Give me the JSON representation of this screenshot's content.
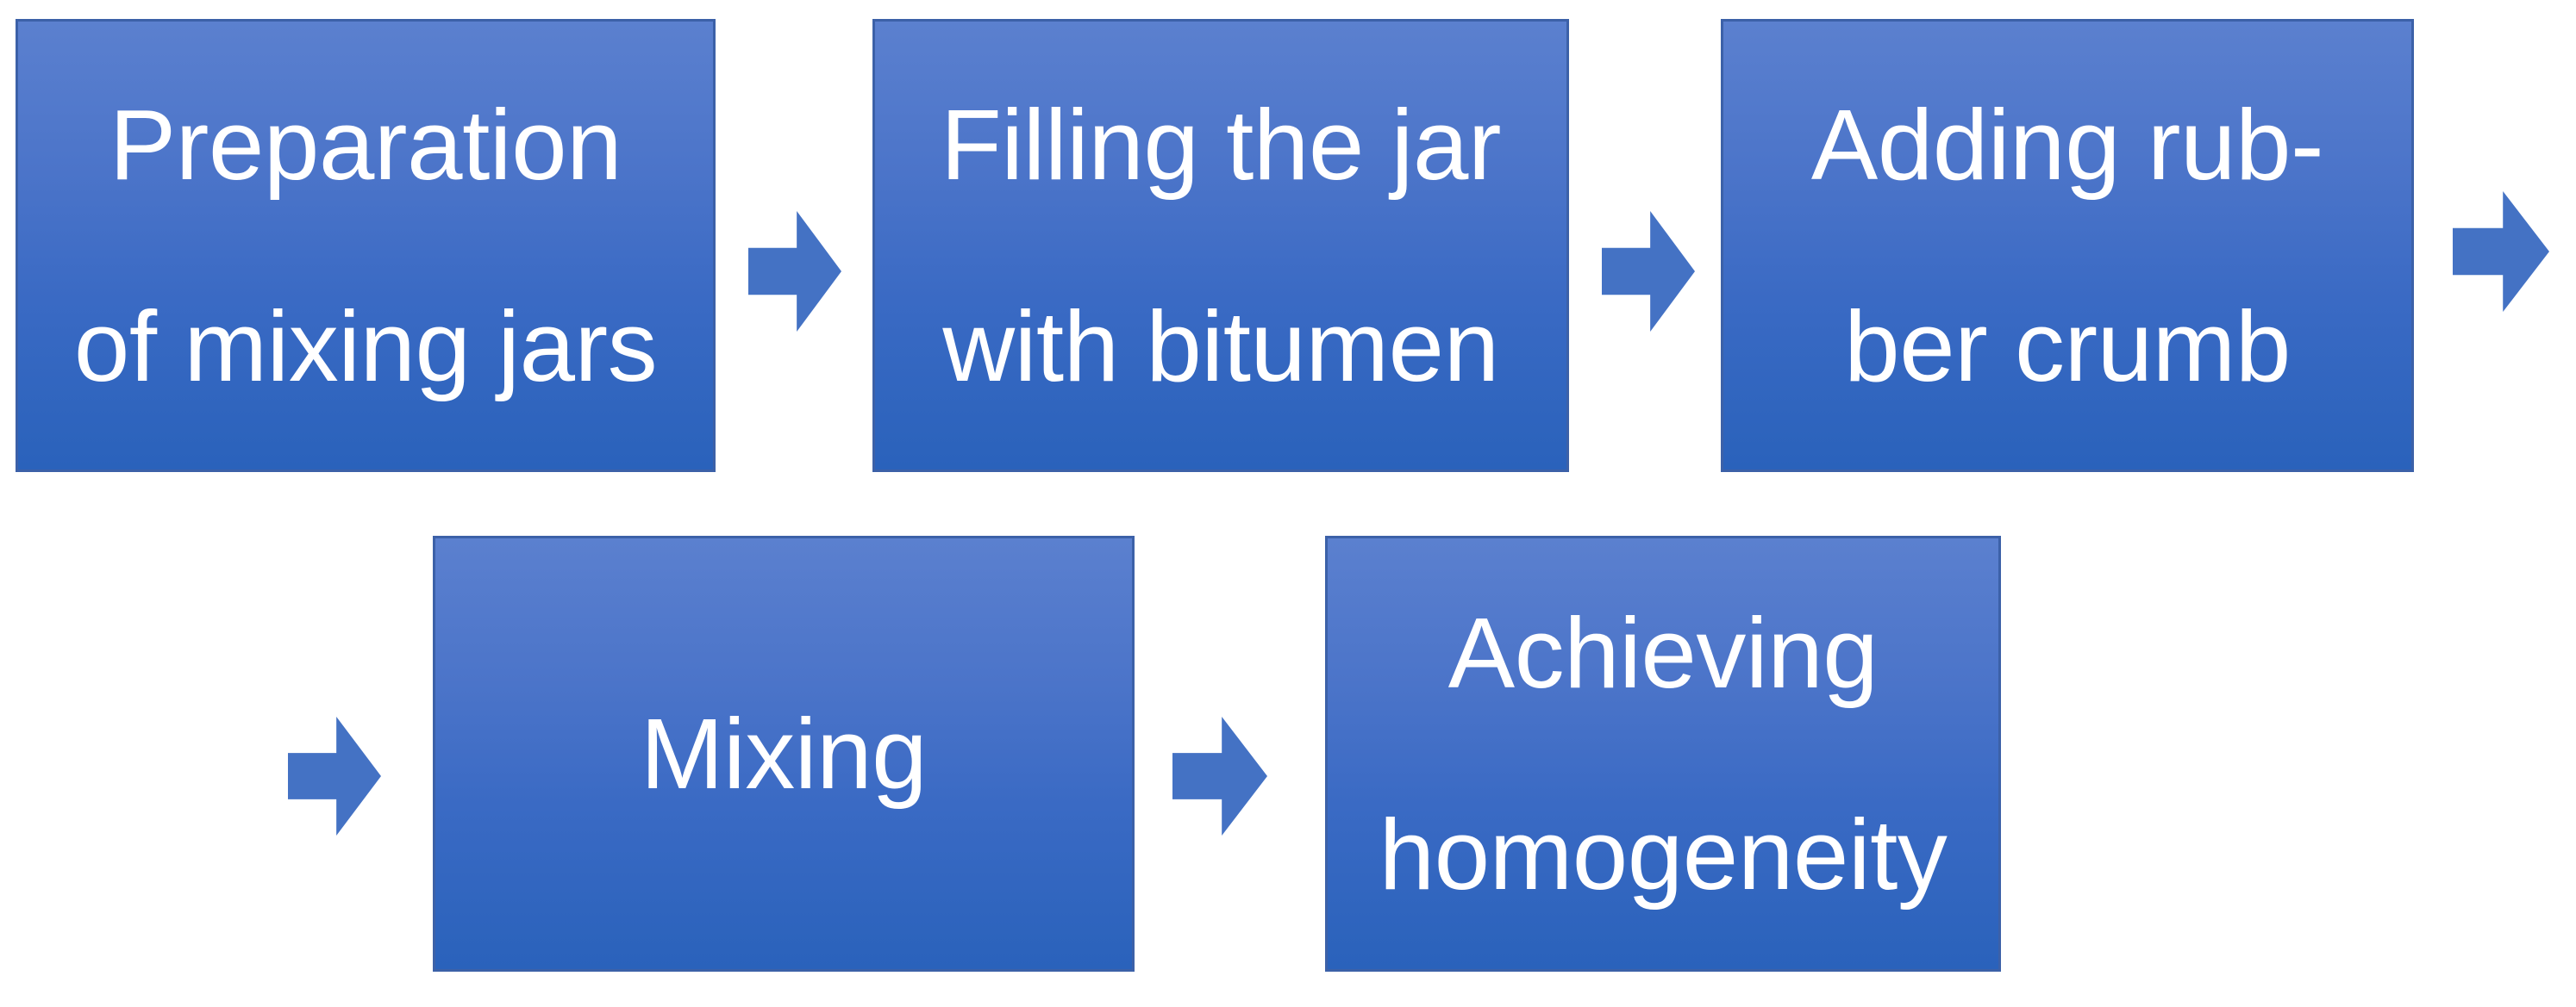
{
  "diagram": {
    "type": "process-flowchart",
    "orientation": "left-to-right, wrapping to a second row",
    "background_color": "#ffffff",
    "node_fill_top": "#5b80cf",
    "node_fill_bottom": "#2a62bb",
    "node_border_color": "#3c61a8",
    "node_text_color": "#ffffff",
    "arrow_color": "#4472c4",
    "steps": [
      {
        "id": "preparation",
        "order": 1,
        "lines": [
          "Preparation",
          "of mixing jars"
        ],
        "text": "Preparation of mixing jars"
      },
      {
        "id": "filling",
        "order": 2,
        "lines": [
          "Filling the jar",
          "with bitumen"
        ],
        "text": "Filling the jar with bitumen"
      },
      {
        "id": "rubber",
        "order": 3,
        "lines": [
          "Adding rub-",
          "ber crumb"
        ],
        "text": "Adding rubber crumb"
      },
      {
        "id": "mixing",
        "order": 4,
        "lines": [
          "Mixing"
        ],
        "text": "Mixing"
      },
      {
        "id": "homogeneity",
        "order": 5,
        "lines": [
          "Achieving",
          "homogeneity"
        ],
        "text": "Achieving homogeneity"
      }
    ],
    "connectors": [
      {
        "id": "arrow-1",
        "from": "preparation",
        "to": "filling",
        "glyph": "right-arrow"
      },
      {
        "id": "arrow-2",
        "from": "filling",
        "to": "rubber",
        "glyph": "right-arrow"
      },
      {
        "id": "arrow-3",
        "from": "rubber",
        "to": "mixing",
        "glyph": "right-arrow"
      },
      {
        "id": "arrow-4",
        "from": "rubber",
        "to": "mixing",
        "glyph": "right-arrow"
      },
      {
        "id": "arrow-5",
        "from": "mixing",
        "to": "homogeneity",
        "glyph": "right-arrow"
      }
    ]
  }
}
